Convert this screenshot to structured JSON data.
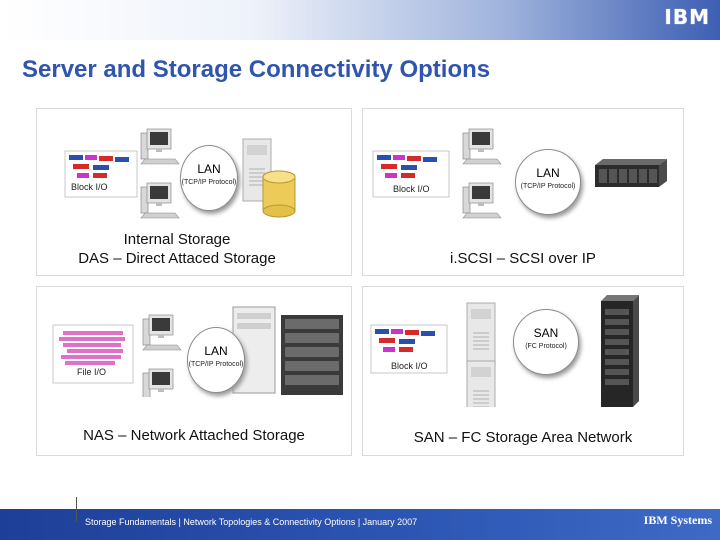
{
  "header": {
    "logo_text": "IBM",
    "title": "Server and Storage Connectivity Options"
  },
  "panels": {
    "das": {
      "caption_line1": "Internal Storage",
      "caption_line2": "DAS – Direct Attaced Storage",
      "network_label": "LAN",
      "protocol_label": "(TCP/IP Protocol)",
      "io_label": "Block I/O"
    },
    "iscsi": {
      "caption": "i.SCSI – SCSI over IP",
      "network_label": "LAN",
      "protocol_label": "(TCP/IP Protocol)",
      "io_label": "Block I/O"
    },
    "nas": {
      "caption": "NAS – Network Attached Storage",
      "network_label": "LAN",
      "protocol_label": "(TCP/IP Protocol)",
      "io_label": "File I/O"
    },
    "san": {
      "caption": "SAN – FC Storage Area Network",
      "network_label": "SAN",
      "protocol_label": "(FC Protocol)",
      "io_label": "Block I/O"
    }
  },
  "colors": {
    "title": "#2f55ad",
    "footer": "#2c55b3",
    "block_blue": "#2a4fb0",
    "block_red": "#d42a2a",
    "block_magenta": "#cc33cc",
    "file_pink": "#e070c8"
  },
  "footer": {
    "text": "Storage Fundamentals | Network Topologies & Connectivity Options | January 2007",
    "logo_text": "IBM Systems"
  }
}
